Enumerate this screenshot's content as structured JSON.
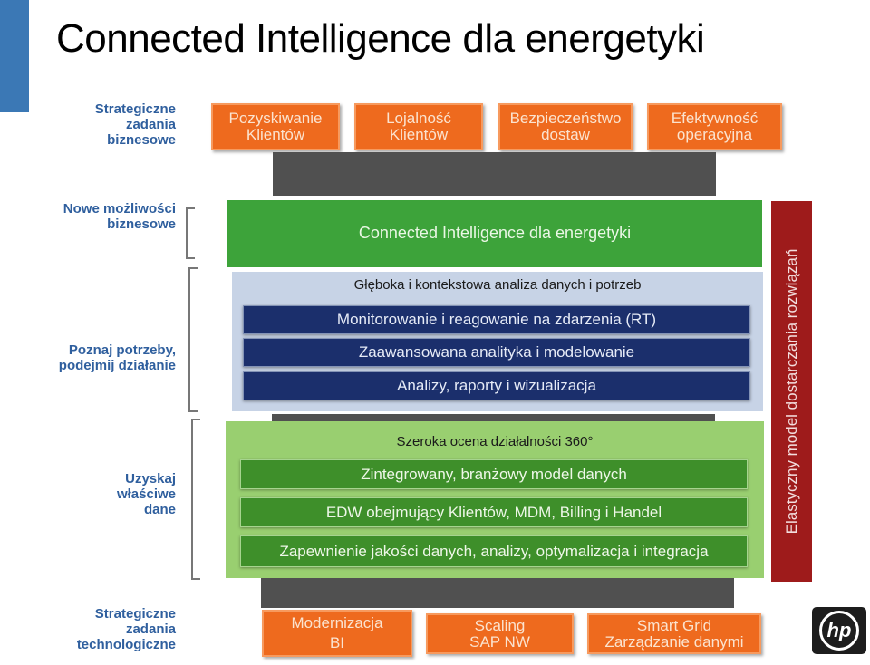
{
  "title": "Connected Intelligence dla energetyki",
  "side_labels": {
    "strategic_business": "Strategiczne zadania biznesowe",
    "new_opportunities": "Nowe możliwości biznesowe",
    "know_needs": "Poznaj potrzeby, podejmij działanie",
    "get_data": "Uzyskaj właściwe dane",
    "strategic_tech": "Strategiczne zadania technologiczne"
  },
  "business_goals": [
    "Pozyskiwanie Klientów",
    "Lojalność Klientów",
    "Bezpieczeństwo dostaw",
    "Efektywność operacyjna"
  ],
  "connected_intelligence": "Connected Intelligence dla energetyki",
  "analysis": {
    "heading": "Głęboka i kontekstowa analiza danych i potrzeb",
    "layers": [
      "Monitorowanie i reagowanie na zdarzenia (RT)",
      "Zaawansowana analityka i modelowanie",
      "Analizy, raporty i wizualizacja"
    ]
  },
  "data": {
    "heading": "Szeroka ocena działalności 360°",
    "layers": [
      "Zintegrowany, branżowy model danych",
      "EDW obejmujący Klientów, MDM, Billing i Handel",
      "Zapewnienie jakości danych, analizy, optymalizacja i integracja"
    ]
  },
  "vertical_label": "Elastyczny model dostarczania rozwiązań",
  "tech_goals": [
    {
      "line1": "Modernizacja",
      "line2": "BI"
    },
    {
      "line1": "Scaling",
      "line2": "SAP NW"
    },
    {
      "line1": "Smart Grid",
      "line2": "Zarządzanie danymi"
    }
  ],
  "logo": "hp",
  "colors": {
    "orange": "#ee6a1e",
    "navy": "#1b2f6c",
    "green": "#3da33a",
    "light_green": "#99cf70",
    "dark_red": "#9e1b1b",
    "label_blue": "#2f5f9e",
    "dark_bar": "#505050"
  }
}
